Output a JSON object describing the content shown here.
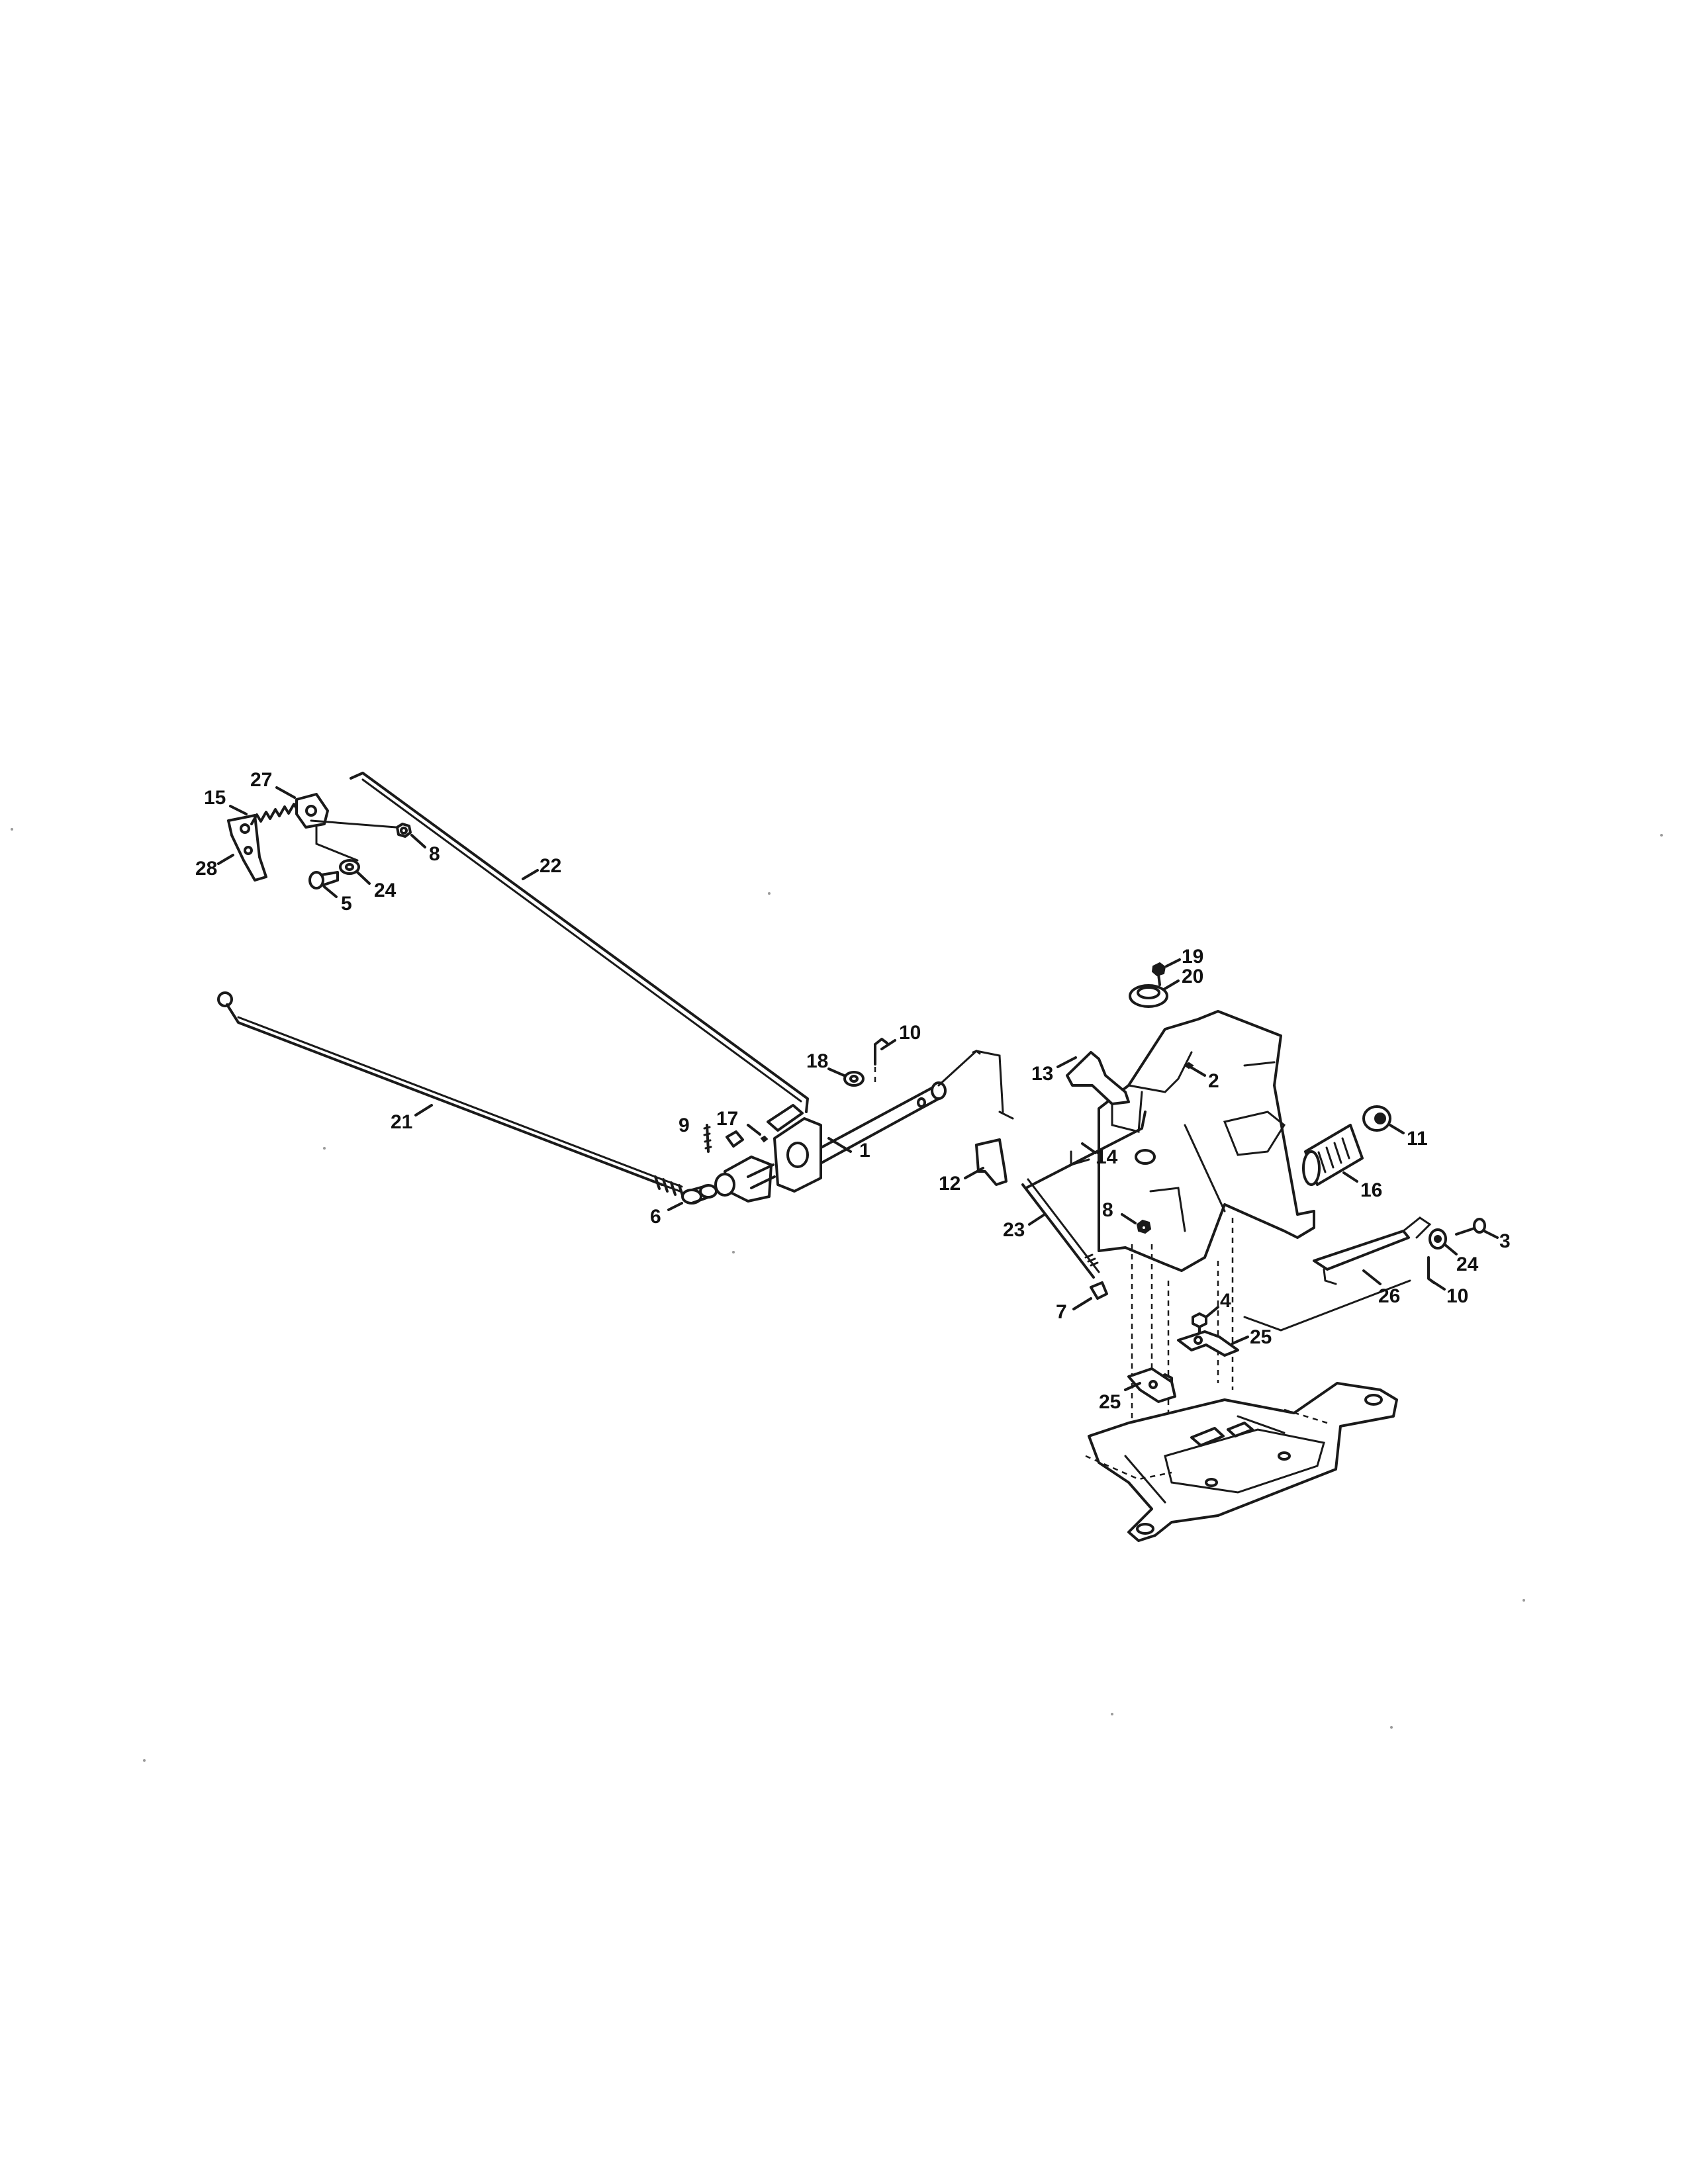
{
  "diagram": {
    "callouts": [
      {
        "id": "c1",
        "label": "1"
      },
      {
        "id": "c2",
        "label": "2"
      },
      {
        "id": "c3",
        "label": "3"
      },
      {
        "id": "c4",
        "label": "4"
      },
      {
        "id": "c5",
        "label": "5"
      },
      {
        "id": "c6",
        "label": "6"
      },
      {
        "id": "c7",
        "label": "7"
      },
      {
        "id": "c8a",
        "label": "8"
      },
      {
        "id": "c8b",
        "label": "8"
      },
      {
        "id": "c9",
        "label": "9"
      },
      {
        "id": "c10a",
        "label": "10"
      },
      {
        "id": "c10b",
        "label": "10"
      },
      {
        "id": "c11",
        "label": "11"
      },
      {
        "id": "c12",
        "label": "12"
      },
      {
        "id": "c13",
        "label": "13"
      },
      {
        "id": "c14",
        "label": "14"
      },
      {
        "id": "c15",
        "label": "15"
      },
      {
        "id": "c16",
        "label": "16"
      },
      {
        "id": "c17",
        "label": "17"
      },
      {
        "id": "c18",
        "label": "18"
      },
      {
        "id": "c19",
        "label": "19"
      },
      {
        "id": "c20",
        "label": "20"
      },
      {
        "id": "c21",
        "label": "21"
      },
      {
        "id": "c22",
        "label": "22"
      },
      {
        "id": "c23",
        "label": "23"
      },
      {
        "id": "c24a",
        "label": "24"
      },
      {
        "id": "c24b",
        "label": "24"
      },
      {
        "id": "c25a",
        "label": "25"
      },
      {
        "id": "c25b",
        "label": "25"
      },
      {
        "id": "c26",
        "label": "26"
      },
      {
        "id": "c27",
        "label": "27"
      },
      {
        "id": "c28",
        "label": "28"
      }
    ]
  }
}
